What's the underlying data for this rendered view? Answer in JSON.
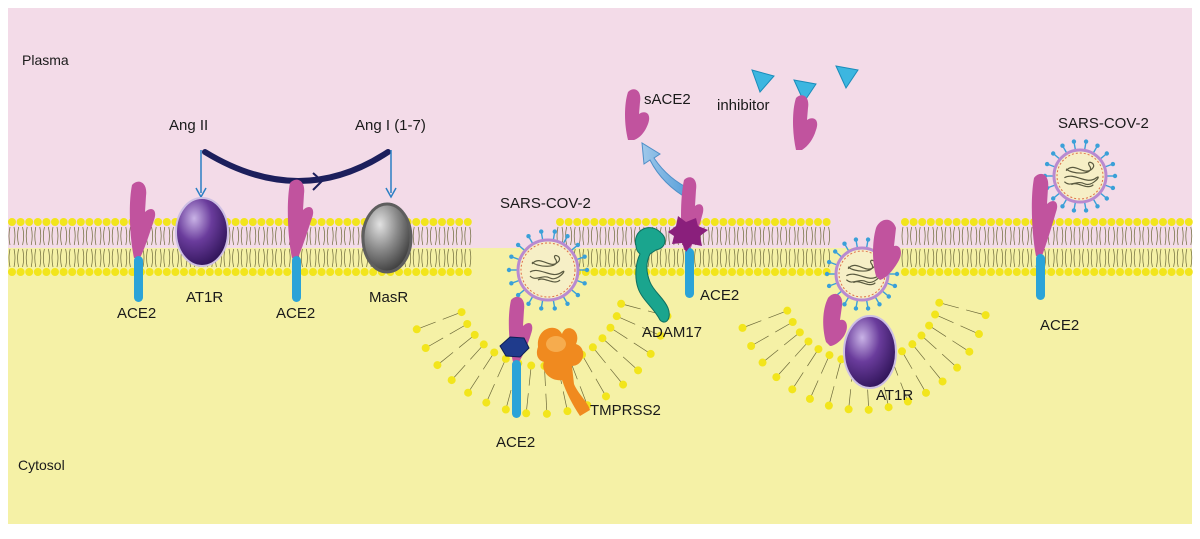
{
  "regions": {
    "plasma": "Plasma",
    "cytosol": "Cytosol"
  },
  "peptides": {
    "ang_ii": "Ang II",
    "ang_1_7": "Ang I (1-7)"
  },
  "labels": {
    "ace2": "ACE2",
    "at1r": "AT1R",
    "masr": "MasR",
    "sars_cov_2": "SARS-COV-2",
    "sace2": "sACE2",
    "inhibitor": "inhibitor",
    "adam17": "ADAM17",
    "tmprss2": "TMPRSS2"
  },
  "colors": {
    "plasma_bg": "#f3dbe8",
    "cytosol_bg": "#f5f1a6",
    "lipid_head": "#f2e51c",
    "ace2_ecto": "#c1539e",
    "ace2_tail": "#2ba3d8",
    "at1r": "#5b2d8e",
    "masr": "#777777",
    "arrow": "#2b7fc4",
    "arc": "#1c1f5c",
    "adam17": "#1aa58e",
    "tmprss2": "#f08a1f",
    "virus_fill": "#f6efc6",
    "virus_ring": "#b98ad0",
    "inhibitor": "#3cb6e0"
  }
}
